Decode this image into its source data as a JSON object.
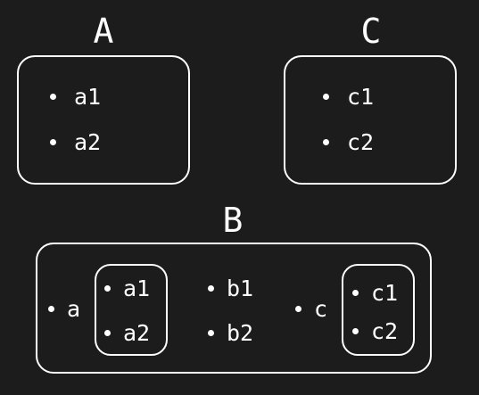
{
  "groups": {
    "a": {
      "title": "A",
      "items": [
        "a1",
        "a2"
      ]
    },
    "c": {
      "title": "C",
      "items": [
        "c1",
        "c2"
      ]
    },
    "b": {
      "title": "B",
      "ref_a": {
        "label": "a",
        "items": [
          "a1",
          "a2"
        ]
      },
      "items": [
        "b1",
        "b2"
      ],
      "ref_c": {
        "label": "c",
        "items": [
          "c1",
          "c2"
        ]
      }
    }
  },
  "colors": {
    "background": "#1c1c1c",
    "foreground": "#ffffff"
  }
}
